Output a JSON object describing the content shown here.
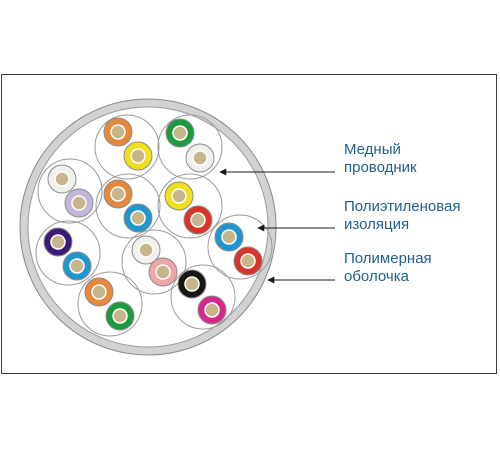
{
  "labels": {
    "conductor": {
      "line1": "Медный",
      "line2": "проводник"
    },
    "insulation": {
      "line1": "Полиэтиленовая",
      "line2": "изоляция"
    },
    "sheath": {
      "line1": "Полимерная",
      "line2": "оболочка"
    }
  },
  "colors": {
    "label_text": "#1f5f8f",
    "frame_border": "#3a3a3a",
    "sheath_outer": "#d2d2d2",
    "sheath_inner": "#ffffff",
    "copper_core": "#c8b58a",
    "arrow": "#1a1a1a"
  },
  "conductors": [
    {
      "pair": 1,
      "color_name": "orange",
      "color": "#e5883c"
    },
    {
      "pair": 1,
      "color_name": "yellow",
      "color": "#f1df1c"
    },
    {
      "pair": 2,
      "color_name": "green",
      "color": "#1e9a3e"
    },
    {
      "pair": 2,
      "color_name": "white",
      "color": "#f0f0ec"
    },
    {
      "pair": 3,
      "color_name": "white",
      "color": "#f0f0ec"
    },
    {
      "pair": 3,
      "color_name": "lavender",
      "color": "#c2b5da"
    },
    {
      "pair": 4,
      "color_name": "orange",
      "color": "#e5883c"
    },
    {
      "pair": 4,
      "color_name": "blue",
      "color": "#1f96cf"
    },
    {
      "pair": 5,
      "color_name": "yellow",
      "color": "#f1df1c"
    },
    {
      "pair": 5,
      "color_name": "red",
      "color": "#d8342c"
    },
    {
      "pair": 6,
      "color_name": "purple",
      "color": "#3c1a78"
    },
    {
      "pair": 6,
      "color_name": "blue",
      "color": "#1f96cf"
    },
    {
      "pair": 7,
      "color_name": "white",
      "color": "#f0f0ec"
    },
    {
      "pair": 7,
      "color_name": "pink",
      "color": "#f0a6a6"
    },
    {
      "pair": 8,
      "color_name": "blue",
      "color": "#1f96cf"
    },
    {
      "pair": 8,
      "color_name": "red",
      "color": "#d8342c"
    },
    {
      "pair": 9,
      "color_name": "orange",
      "color": "#e5883c"
    },
    {
      "pair": 9,
      "color_name": "green",
      "color": "#1e9a3e"
    },
    {
      "pair": 10,
      "color_name": "black",
      "color": "#161616"
    },
    {
      "pair": 10,
      "color_name": "magenta",
      "color": "#d6288a"
    }
  ]
}
